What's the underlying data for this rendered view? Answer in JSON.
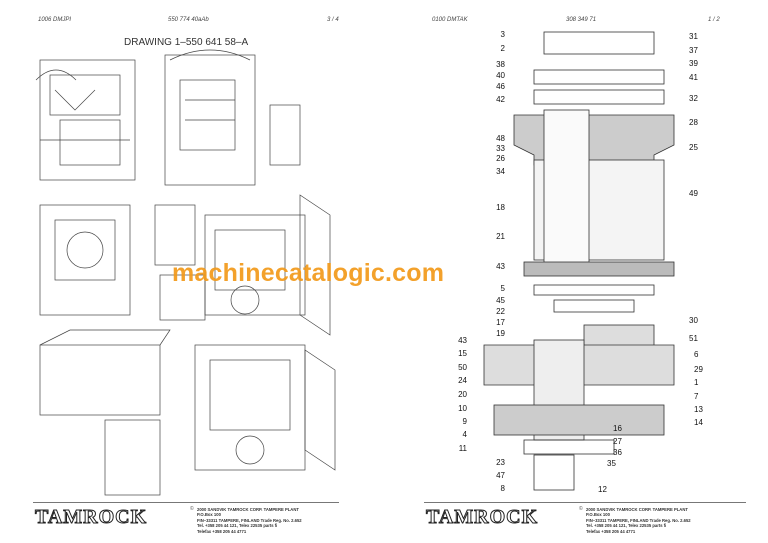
{
  "left_page": {
    "header": {
      "code": "1006 DMJPI",
      "doc": "550 774 40aAb",
      "page": "3 / 4"
    },
    "title": "DRAWING  1–550 641 58–A",
    "footer": {
      "logo": "TAMROCK",
      "copyright": "©",
      "lines": [
        "2000  SANDVIK TAMROCK CORP. TAMPERE PLANT",
        "P.O.Box 100",
        "FIN–33311 TAMPERE, FINLAND   Trade Reg. No. 2.652",
        "Tel. +358 205 44 121, Telex 22535 parts fi",
        "Telefax +358 205 44 4771"
      ]
    }
  },
  "right_page": {
    "header": {
      "code": "0100   DMTAK",
      "doc": "308 349 71",
      "page": "1 / 2"
    },
    "callouts": [
      "3",
      "2",
      "38",
      "40",
      "46",
      "42",
      "48",
      "33",
      "26",
      "34",
      "18",
      "21",
      "43",
      "5",
      "45",
      "22",
      "17",
      "19",
      "43",
      "15",
      "50",
      "24",
      "20",
      "10",
      "9",
      "4",
      "11",
      "23",
      "47",
      "8",
      "31",
      "37",
      "39",
      "41",
      "32",
      "28",
      "25",
      "49",
      "30",
      "51",
      "6",
      "29",
      "1",
      "7",
      "13",
      "14",
      "16",
      "27",
      "36",
      "35",
      "12"
    ],
    "footer": {
      "logo": "TAMROCK",
      "copyright": "©",
      "lines": [
        "2000  SANDVIK TAMROCK CORP. TAMPERE PLANT",
        "P.O.Box 100",
        "FIN–33311 TAMPERE, FINLAND   Trade Reg. No. 2.652",
        "Tel. +358 205 44 121, Telex 22535 parts fi",
        "Telefax +358 205 44 4771"
      ]
    }
  },
  "watermark": "machinecatalogic.com"
}
